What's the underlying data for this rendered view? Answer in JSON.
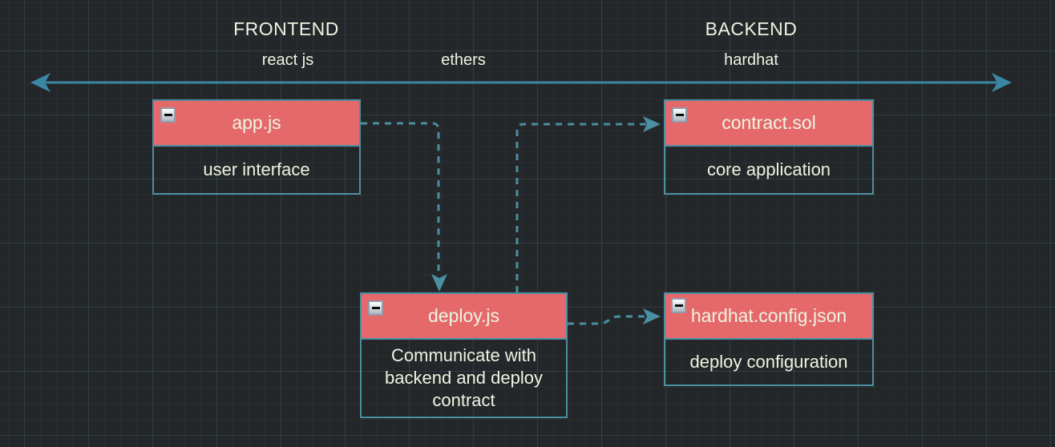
{
  "canvas": {
    "background_color": "#242729",
    "grid_major_color": "#2e4c59",
    "accent_color": "#4a8fa2",
    "arrow_color": "#3a87a5",
    "node_header_color": "#e5696b",
    "text_color": "#eef4e2"
  },
  "lanes": {
    "frontend": {
      "title": "FRONTEND"
    },
    "backend": {
      "title": "BACKEND"
    }
  },
  "tech_labels": {
    "react": "react js",
    "ethers": "ethers",
    "hardhat": "hardhat"
  },
  "nodes": [
    {
      "title": "app.js",
      "body": "user interface",
      "collapse_icon": "minus-icon"
    },
    {
      "title": "contract.sol",
      "body": "core application",
      "collapse_icon": "minus-icon"
    },
    {
      "title": "deploy.js",
      "body": "Communicate with backend and deploy contract",
      "collapse_icon": "minus-icon"
    },
    {
      "title": "hardhat.config.json",
      "body": "deploy configuration",
      "collapse_icon": "minus-icon"
    }
  ],
  "connections": [
    {
      "from": "app.js",
      "to": "deploy.js",
      "style": "dashed-arrow"
    },
    {
      "from": "deploy.js",
      "to": "contract.sol",
      "style": "dashed-arrow"
    },
    {
      "from": "deploy.js",
      "to": "hardhat.config.json",
      "style": "dashed-arrow"
    },
    {
      "from": "frontend-axis-left",
      "to": "backend-axis-right",
      "style": "solid-double-arrow"
    }
  ]
}
